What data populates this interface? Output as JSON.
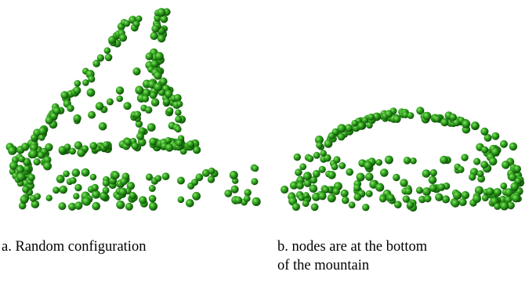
{
  "figure": {
    "panels": [
      {
        "id": "a",
        "caption": "a. Random configuration",
        "shape": "peaked mountain",
        "node_color": "#2e9a1c"
      },
      {
        "id": "b",
        "caption_line1": "b. nodes are at the bottom",
        "caption_line2": "of the mountain",
        "shape": "flattened dome",
        "node_color": "#2e9a1c"
      }
    ]
  }
}
